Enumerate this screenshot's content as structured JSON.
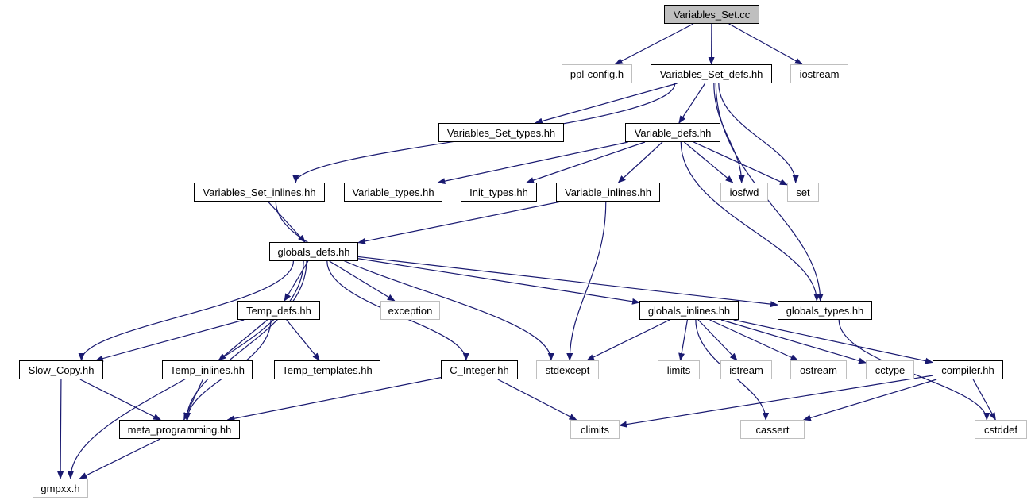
{
  "colors": {
    "edge": "#191970",
    "node_border": "#000000",
    "external_border": "#bfbfbf",
    "root_fill": "#bfbfbf"
  },
  "nodes": {
    "variables_set_cc": "Variables_Set.cc",
    "ppl_config_h": "ppl-config.h",
    "variables_set_defs_hh": "Variables_Set_defs.hh",
    "iostream": "iostream",
    "variables_set_types_hh": "Variables_Set_types.hh",
    "variable_defs_hh": "Variable_defs.hh",
    "variables_set_inlines_hh": "Variables_Set_inlines.hh",
    "variable_types_hh": "Variable_types.hh",
    "init_types_hh": "Init_types.hh",
    "variable_inlines_hh": "Variable_inlines.hh",
    "iosfwd": "iosfwd",
    "set": "set",
    "globals_defs_hh": "globals_defs.hh",
    "temp_defs_hh": "Temp_defs.hh",
    "exception": "exception",
    "globals_inlines_hh": "globals_inlines.hh",
    "globals_types_hh": "globals_types.hh",
    "slow_copy_hh": "Slow_Copy.hh",
    "temp_inlines_hh": "Temp_inlines.hh",
    "temp_templates_hh": "Temp_templates.hh",
    "c_integer_hh": "C_Integer.hh",
    "stdexcept": "stdexcept",
    "limits": "limits",
    "istream": "istream",
    "ostream": "ostream",
    "cctype": "cctype",
    "compiler_hh": "compiler.hh",
    "meta_programming_hh": "meta_programming.hh",
    "climits": "climits",
    "cassert": "cassert",
    "cstddef": "cstddef",
    "gmpxx_h": "gmpxx.h"
  },
  "edges": [
    [
      "variables_set_cc",
      "ppl_config_h"
    ],
    [
      "variables_set_cc",
      "variables_set_defs_hh"
    ],
    [
      "variables_set_cc",
      "iostream"
    ],
    [
      "variables_set_defs_hh",
      "variables_set_types_hh"
    ],
    [
      "variables_set_defs_hh",
      "variable_defs_hh"
    ],
    [
      "variables_set_defs_hh",
      "variables_set_inlines_hh"
    ],
    [
      "variables_set_defs_hh",
      "iosfwd"
    ],
    [
      "variables_set_defs_hh",
      "set"
    ],
    [
      "variables_set_defs_hh",
      "globals_types_hh"
    ],
    [
      "variable_defs_hh",
      "variable_types_hh"
    ],
    [
      "variable_defs_hh",
      "init_types_hh"
    ],
    [
      "variable_defs_hh",
      "variable_inlines_hh"
    ],
    [
      "variable_defs_hh",
      "iosfwd"
    ],
    [
      "variable_defs_hh",
      "set"
    ],
    [
      "variable_defs_hh",
      "globals_types_hh"
    ],
    [
      "variables_set_inlines_hh",
      "globals_defs_hh"
    ],
    [
      "variables_set_inlines_hh",
      "stdexcept"
    ],
    [
      "variable_inlines_hh",
      "globals_defs_hh"
    ],
    [
      "variable_inlines_hh",
      "stdexcept"
    ],
    [
      "globals_defs_hh",
      "temp_defs_hh"
    ],
    [
      "globals_defs_hh",
      "exception"
    ],
    [
      "globals_defs_hh",
      "globals_inlines_hh"
    ],
    [
      "globals_defs_hh",
      "globals_types_hh"
    ],
    [
      "globals_defs_hh",
      "slow_copy_hh"
    ],
    [
      "globals_defs_hh",
      "c_integer_hh"
    ],
    [
      "globals_defs_hh",
      "meta_programming_hh"
    ],
    [
      "globals_defs_hh",
      "gmpxx_h"
    ],
    [
      "temp_defs_hh",
      "slow_copy_hh"
    ],
    [
      "temp_defs_hh",
      "temp_inlines_hh"
    ],
    [
      "temp_defs_hh",
      "temp_templates_hh"
    ],
    [
      "temp_defs_hh",
      "meta_programming_hh"
    ],
    [
      "temp_inlines_hh",
      "meta_programming_hh"
    ],
    [
      "slow_copy_hh",
      "meta_programming_hh"
    ],
    [
      "slow_copy_hh",
      "gmpxx_h"
    ],
    [
      "c_integer_hh",
      "meta_programming_hh"
    ],
    [
      "c_integer_hh",
      "climits"
    ],
    [
      "meta_programming_hh",
      "gmpxx_h"
    ],
    [
      "globals_inlines_hh",
      "stdexcept"
    ],
    [
      "globals_inlines_hh",
      "limits"
    ],
    [
      "globals_inlines_hh",
      "istream"
    ],
    [
      "globals_inlines_hh",
      "ostream"
    ],
    [
      "globals_inlines_hh",
      "cctype"
    ],
    [
      "globals_inlines_hh",
      "compiler_hh"
    ],
    [
      "globals_inlines_hh",
      "cassert"
    ],
    [
      "globals_types_hh",
      "cstddef"
    ],
    [
      "compiler_hh",
      "climits"
    ],
    [
      "compiler_hh",
      "cassert"
    ],
    [
      "compiler_hh",
      "cstddef"
    ]
  ]
}
